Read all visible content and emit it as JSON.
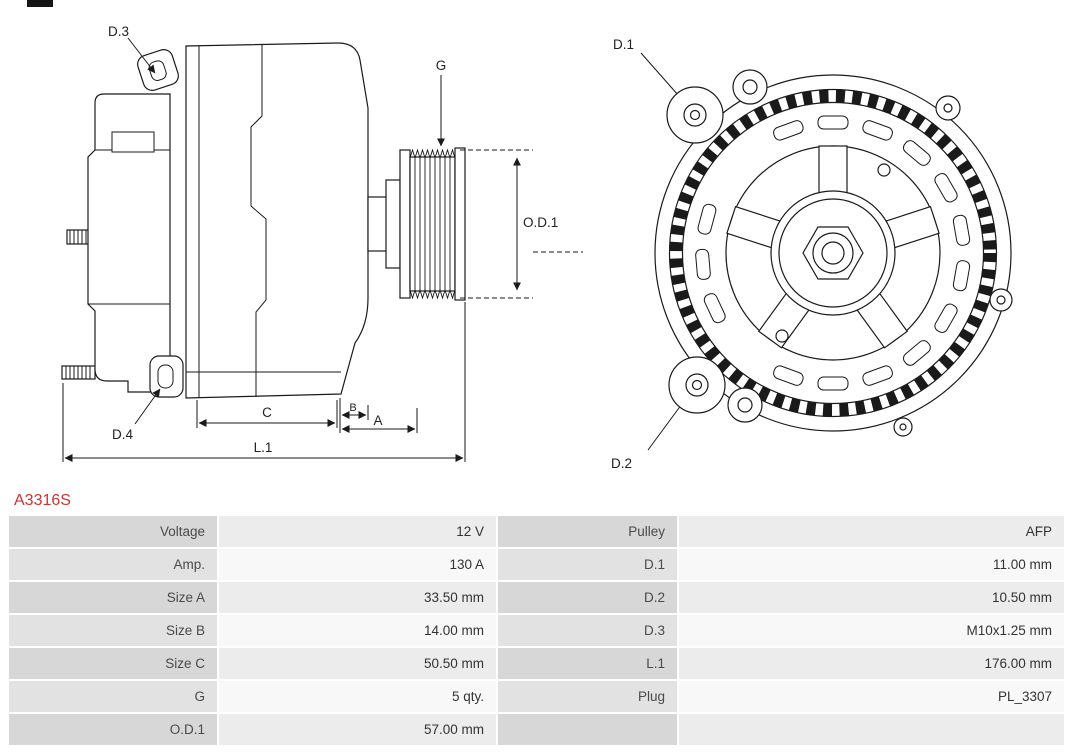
{
  "part_number": "A3316S",
  "colors": {
    "part_number_red": "#cc3333",
    "line_color": "#1a1a1a",
    "table_label_bg_dark": "#d7d7d7",
    "table_value_bg_dark": "#ececec",
    "table_label_bg_light": "#e2e2e2",
    "table_value_bg_light": "#f8f8f8"
  },
  "diagram": {
    "labels": {
      "d1": "D.1",
      "d2": "D.2",
      "d3": "D.3",
      "d4": "D.4",
      "g": "G",
      "od1": "O.D.1",
      "a": "A",
      "b": "B",
      "c": "C",
      "l1": "L.1"
    }
  },
  "spec_table": {
    "rows": [
      {
        "label1": "Voltage",
        "value1": "12 V",
        "label2": "Pulley",
        "value2": "AFP"
      },
      {
        "label1": "Amp.",
        "value1": "130 A",
        "label2": "D.1",
        "value2": "11.00 mm"
      },
      {
        "label1": "Size A",
        "value1": "33.50 mm",
        "label2": "D.2",
        "value2": "10.50 mm"
      },
      {
        "label1": "Size B",
        "value1": "14.00 mm",
        "label2": "D.3",
        "value2": "M10x1.25 mm"
      },
      {
        "label1": "Size C",
        "value1": "50.50 mm",
        "label2": "L.1",
        "value2": "176.00 mm"
      },
      {
        "label1": "G",
        "value1": "5 qty.",
        "label2": "Plug",
        "value2": "PL_3307"
      },
      {
        "label1": "O.D.1",
        "value1": "57.00 mm",
        "label2": "",
        "value2": ""
      }
    ]
  }
}
